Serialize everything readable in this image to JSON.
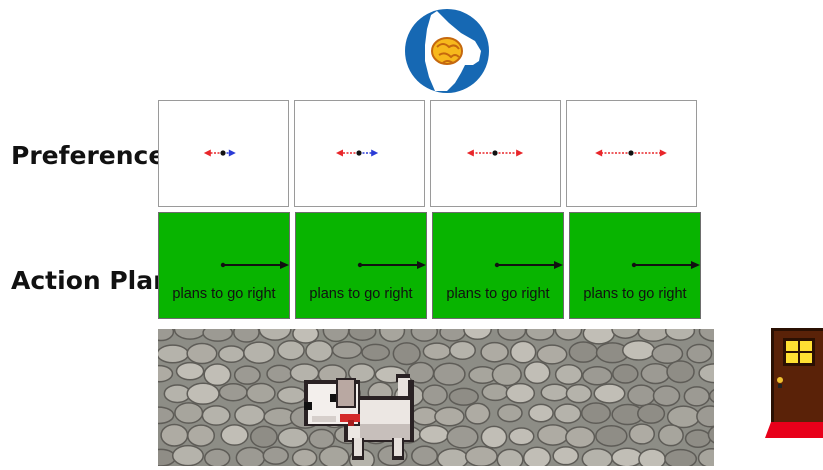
{
  "labels": {
    "preference": "Preference",
    "action_plan": "Action Plan"
  },
  "icons": {
    "logo": "dog-brain-logo-icon",
    "dog": "dog-sprite",
    "door": "door-icon"
  },
  "colors": {
    "plan_background": "#08b400",
    "left_arrow": "#e8262a",
    "right_arrow_blue": "#2a3bd6",
    "right_arrow_red": "#e8262a",
    "logo_blue": "#1668b3",
    "door_brown": "#5a2208",
    "door_mat": "#e8001a",
    "window_yellow": "#ffe033"
  },
  "preference_panels": [
    {
      "left_arrow_length": 0.15,
      "right_arrow_length": 0.1,
      "right_arrow_color": "#2a3bd6"
    },
    {
      "left_arrow_length": 0.18,
      "right_arrow_length": 0.15,
      "right_arrow_color": "#2a3bd6"
    },
    {
      "left_arrow_length": 0.22,
      "right_arrow_length": 0.22,
      "right_arrow_color": "#e8262a"
    },
    {
      "left_arrow_length": 0.28,
      "right_arrow_length": 0.28,
      "right_arrow_color": "#e8262a"
    }
  ],
  "action_plans": [
    {
      "text": "plans to go right"
    },
    {
      "text": "plans to go right"
    },
    {
      "text": "plans to go right"
    },
    {
      "text": "plans to go right"
    }
  ]
}
